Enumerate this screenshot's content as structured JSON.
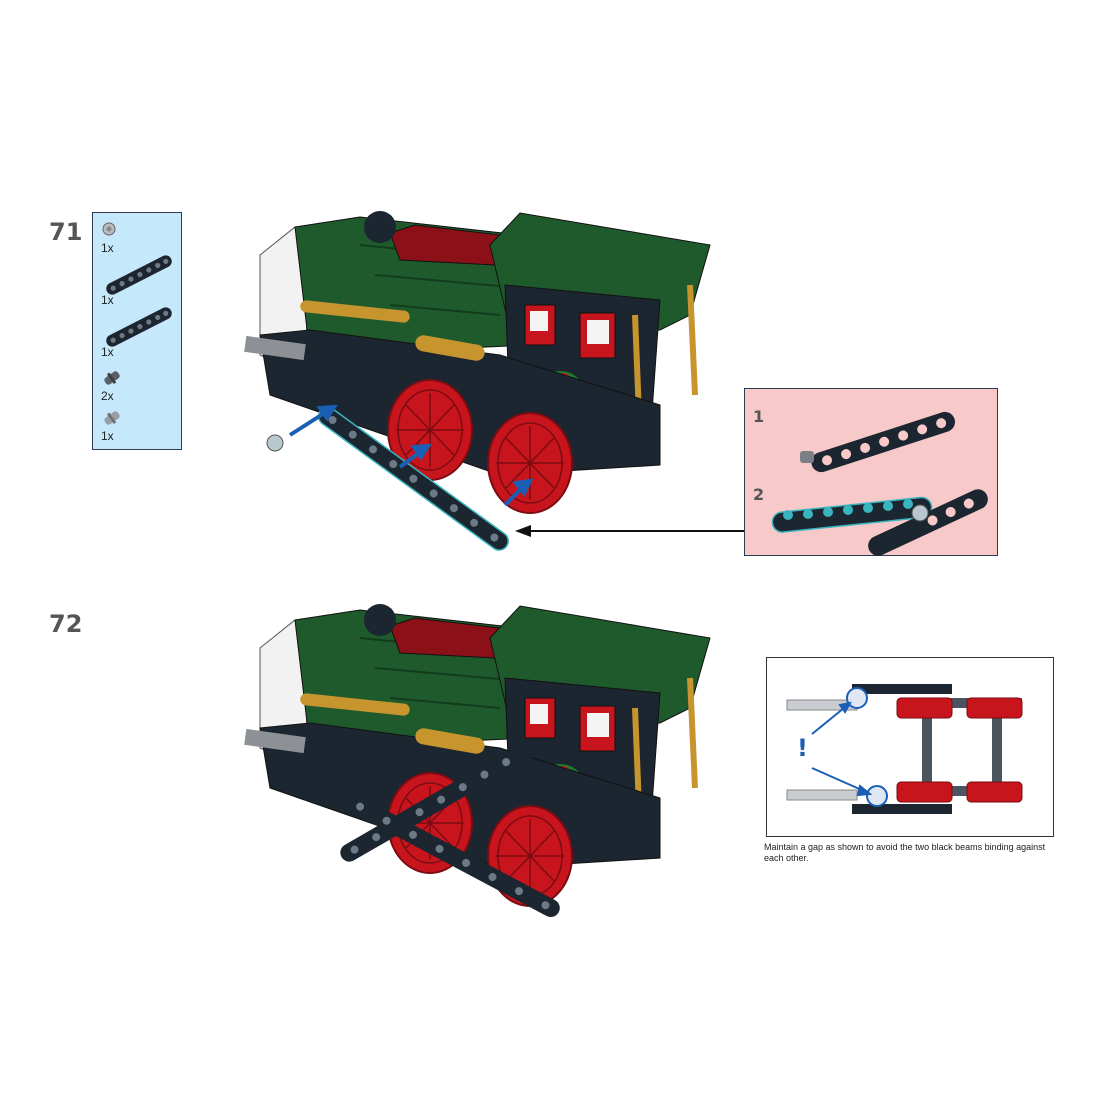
{
  "steps": [
    {
      "number": "71",
      "parts": [
        {
          "qty": "1x",
          "icon": "light-gray-axle-pin-icon"
        },
        {
          "qty": "1x",
          "icon": "black-technic-beam-7-icon"
        },
        {
          "qty": "1x",
          "icon": "black-technic-beam-7-icon"
        },
        {
          "qty": "2x",
          "icon": "dark-gray-pin-icon"
        },
        {
          "qty": "1x",
          "icon": "gray-connector-pin-icon"
        }
      ],
      "callout": {
        "substeps": [
          "1",
          "2"
        ]
      }
    },
    {
      "number": "72",
      "note": "Maintain a gap as shown to avoid the two black beams binding against each other.",
      "note_symbol": "!"
    }
  ],
  "colors": {
    "parts_box_bg": "#c6e8fb",
    "callout_bg": "#f7c9c9",
    "train_green": "#1f5a2c",
    "train_red": "#c8141c",
    "train_black": "#1c2630",
    "arrow_blue": "#1a5fb4"
  }
}
